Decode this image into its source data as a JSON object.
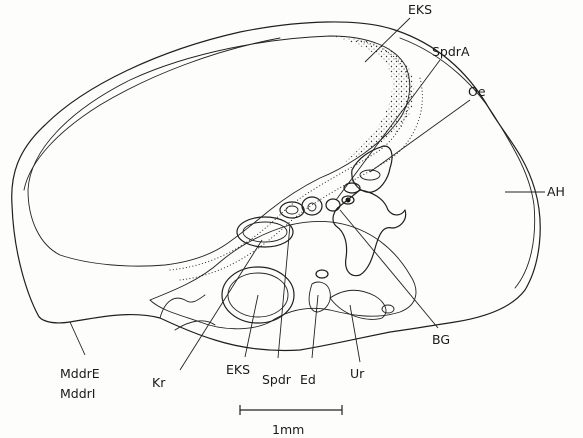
{
  "labels": {
    "eks_top": "EKS",
    "spdra": "SpdrA",
    "oe": "Oe",
    "ah": "AH",
    "bg": "BG",
    "ur": "Ur",
    "ed": "Ed",
    "spdr": "Spdr",
    "eks_bottom": "EKS",
    "kr": "Kr",
    "mddre": "MddrE",
    "mddri": "MddrI"
  },
  "scale_bar": {
    "label": "1mm"
  },
  "colors": {
    "ink": "#1f1f1f",
    "paper": "#fdfdfb"
  }
}
